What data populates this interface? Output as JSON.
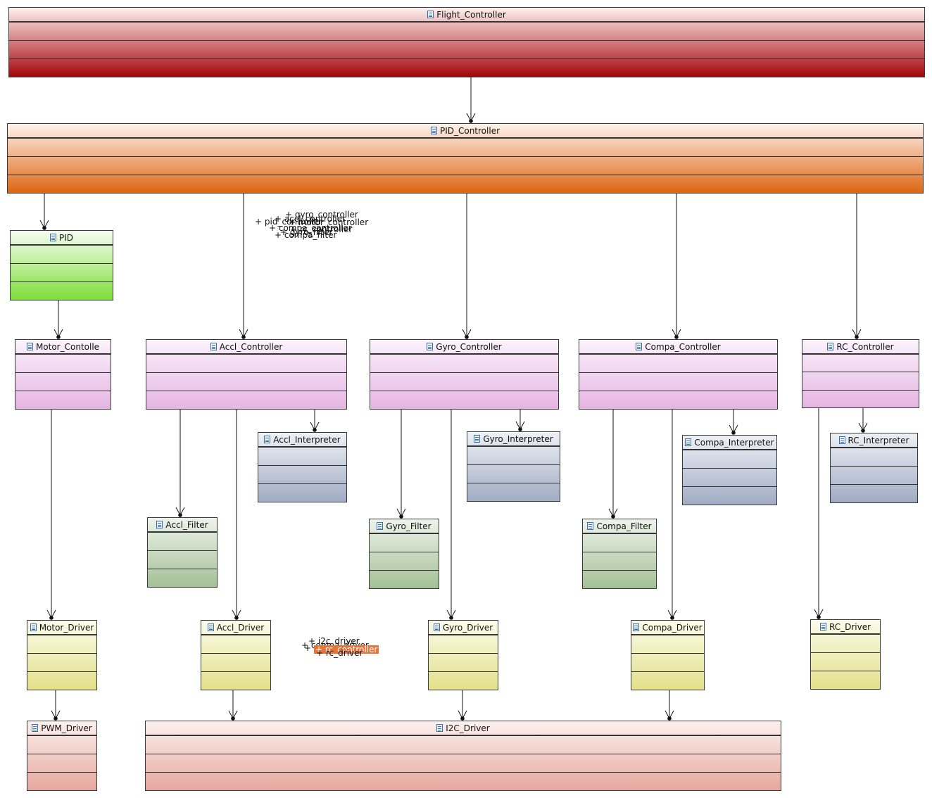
{
  "diagram": {
    "classes": [
      {
        "id": "flight",
        "name": "Flight_Controller",
        "theme": "red",
        "sections": 4
      },
      {
        "id": "pidc",
        "name": "PID_Controller",
        "theme": "orange",
        "sections": 4
      },
      {
        "id": "pid",
        "name": "PID",
        "theme": "green",
        "sections": 4
      },
      {
        "id": "motorc",
        "name": "Motor_Contolle",
        "theme": "pink",
        "sections": 4
      },
      {
        "id": "acclc",
        "name": "Accl_Controller",
        "theme": "pink",
        "sections": 4
      },
      {
        "id": "gyroc",
        "name": "Gyro_Controller",
        "theme": "pink",
        "sections": 4
      },
      {
        "id": "compac",
        "name": "Compa_Controller",
        "theme": "pink",
        "sections": 4
      },
      {
        "id": "rcc",
        "name": "RC_Controller",
        "theme": "pink",
        "sections": 4
      },
      {
        "id": "accli",
        "name": "Accl_Interpreter",
        "theme": "blue",
        "sections": 4
      },
      {
        "id": "gyroi",
        "name": "Gyro_Interpreter",
        "theme": "blue",
        "sections": 4
      },
      {
        "id": "compai",
        "name": "Compa_Interpreter",
        "theme": "blue",
        "sections": 4
      },
      {
        "id": "rci",
        "name": "RC_Interpreter",
        "theme": "blue",
        "sections": 4
      },
      {
        "id": "acclf",
        "name": "Accl_Filter",
        "theme": "sage",
        "sections": 4
      },
      {
        "id": "gyrof",
        "name": "Gyro_Filter",
        "theme": "sage",
        "sections": 4
      },
      {
        "id": "compaf",
        "name": "Compa_Filter",
        "theme": "sage",
        "sections": 4
      },
      {
        "id": "motord",
        "name": "Motor_Driver",
        "theme": "yellow",
        "sections": 4
      },
      {
        "id": "accld",
        "name": "Accl_Driver",
        "theme": "yellow",
        "sections": 4
      },
      {
        "id": "gyrod",
        "name": "Gyro_Driver",
        "theme": "yellow",
        "sections": 4
      },
      {
        "id": "compad",
        "name": "Compa_Driver",
        "theme": "yellow",
        "sections": 4
      },
      {
        "id": "rcd",
        "name": "RC_Driver",
        "theme": "yellow",
        "sections": 4
      },
      {
        "id": "pwmd",
        "name": "PWM_Driver",
        "theme": "rose",
        "sections": 4
      },
      {
        "id": "i2cd",
        "name": "I2C_Driver",
        "theme": "rose",
        "sections": 4
      }
    ],
    "associations": [
      {
        "from": "flight",
        "to": "pidc"
      },
      {
        "from": "pidc",
        "to": "pid"
      },
      {
        "from": "pidc",
        "to": "acclc"
      },
      {
        "from": "pidc",
        "to": "gyroc"
      },
      {
        "from": "pidc",
        "to": "compac"
      },
      {
        "from": "pidc",
        "to": "rcc"
      },
      {
        "from": "pid",
        "to": "motorc"
      },
      {
        "from": "motorc",
        "to": "motord"
      },
      {
        "from": "motord",
        "to": "pwmd"
      },
      {
        "from": "acclc",
        "to": "acclf"
      },
      {
        "from": "acclc",
        "to": "accld"
      },
      {
        "from": "acclc",
        "to": "accli"
      },
      {
        "from": "gyroc",
        "to": "gyrof"
      },
      {
        "from": "gyroc",
        "to": "gyrod"
      },
      {
        "from": "gyroc",
        "to": "gyroi"
      },
      {
        "from": "compac",
        "to": "compaf"
      },
      {
        "from": "compac",
        "to": "compad"
      },
      {
        "from": "compac",
        "to": "compai"
      },
      {
        "from": "rcc",
        "to": "rci"
      },
      {
        "from": "rcc",
        "to": "rcd"
      },
      {
        "from": "accld",
        "to": "i2cd"
      },
      {
        "from": "gyrod",
        "to": "i2cd"
      },
      {
        "from": "compad",
        "to": "i2cd"
      }
    ],
    "role_labels_upper": [
      "+ gyro_controller",
      "+ pid_controller",
      "+ accl_controller",
      "+ motor_controller",
      "+ compa_controller",
      "+ rc_controller",
      "+ gyro_filter",
      "+ compa_filter"
    ],
    "role_labels_lower": [
      "+ i2c_driver",
      "+ compa_driver",
      "+ gyro_driver",
      "+ rc_controller",
      "+ rc_driver"
    ],
    "theme_colors": {
      "red": [
        "#fdf1ef",
        "#a50509"
      ],
      "orange": [
        "#fef3ec",
        "#dd6612"
      ],
      "green": [
        "#f4fdf0",
        "#7fde3a"
      ],
      "pink": [
        "#fbf3fb",
        "#e6b5e3"
      ],
      "blue": [
        "#eef1f6",
        "#a0acc4"
      ],
      "sage": [
        "#eef3ec",
        "#a4c095"
      ],
      "yellow": [
        "#fbfbea",
        "#e3e18a"
      ],
      "rose": [
        "#fcf1ee",
        "#e6a79e"
      ]
    },
    "highlight_color": "#e8743a",
    "icon": "class-icon"
  }
}
